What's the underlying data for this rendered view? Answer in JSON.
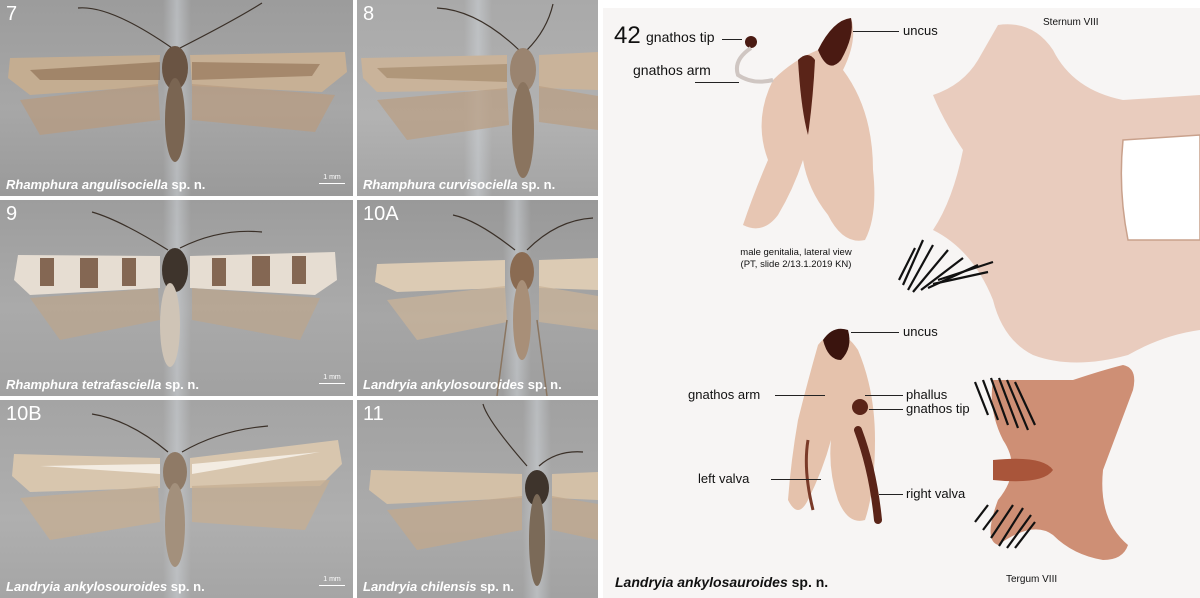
{
  "panels": [
    {
      "number": "7",
      "genus": "Rhamphura",
      "species": "angulisociella",
      "suffix": "sp. n.",
      "scale": "1 mm"
    },
    {
      "number": "8",
      "genus": "Rhamphura",
      "species": "curvisociella",
      "suffix": "sp. n.",
      "scale": ""
    },
    {
      "number": "9",
      "genus": "Rhamphura",
      "species": "tetrafasciella",
      "suffix": "sp. n.",
      "scale": "1 mm"
    },
    {
      "number": "10A",
      "genus": "Landryia",
      "species": "ankylosouroides",
      "suffix": "sp. n.",
      "scale": ""
    },
    {
      "number": "10B",
      "genus": "Landryia",
      "species": "ankylosouroides",
      "suffix": "sp. n.",
      "scale": "1 mm"
    },
    {
      "number": "11",
      "genus": "Landryia",
      "species": "chilensis",
      "suffix": "sp. n.",
      "scale": ""
    }
  ],
  "plate": {
    "figure_number": "42",
    "labels": {
      "gnathos_tip_top": "gnathos tip",
      "gnathos_arm_top": "gnathos arm",
      "uncus_top": "uncus",
      "sternum": "Sternum VIII",
      "uncus_bottom": "uncus",
      "gnathos_arm_bottom": "gnathos arm",
      "phallus": "phallus",
      "gnathos_tip_bottom": "gnathos tip",
      "left_valva": "left valva",
      "right_valva": "right valva",
      "tergum": "Tergum VIII"
    },
    "caption_line1": "male genitalia, lateral view",
    "caption_line2": "(PT, slide 2/13.1.2019 KN)",
    "title_genus": "Landryia",
    "title_species": "ankylosauroides",
    "title_suffix": "sp. n."
  },
  "colors": {
    "panel_text": "#ffffff",
    "sclerite_dark": "#4a1a12",
    "membrane_pink": "#d9a58f",
    "spines": "#111111"
  }
}
